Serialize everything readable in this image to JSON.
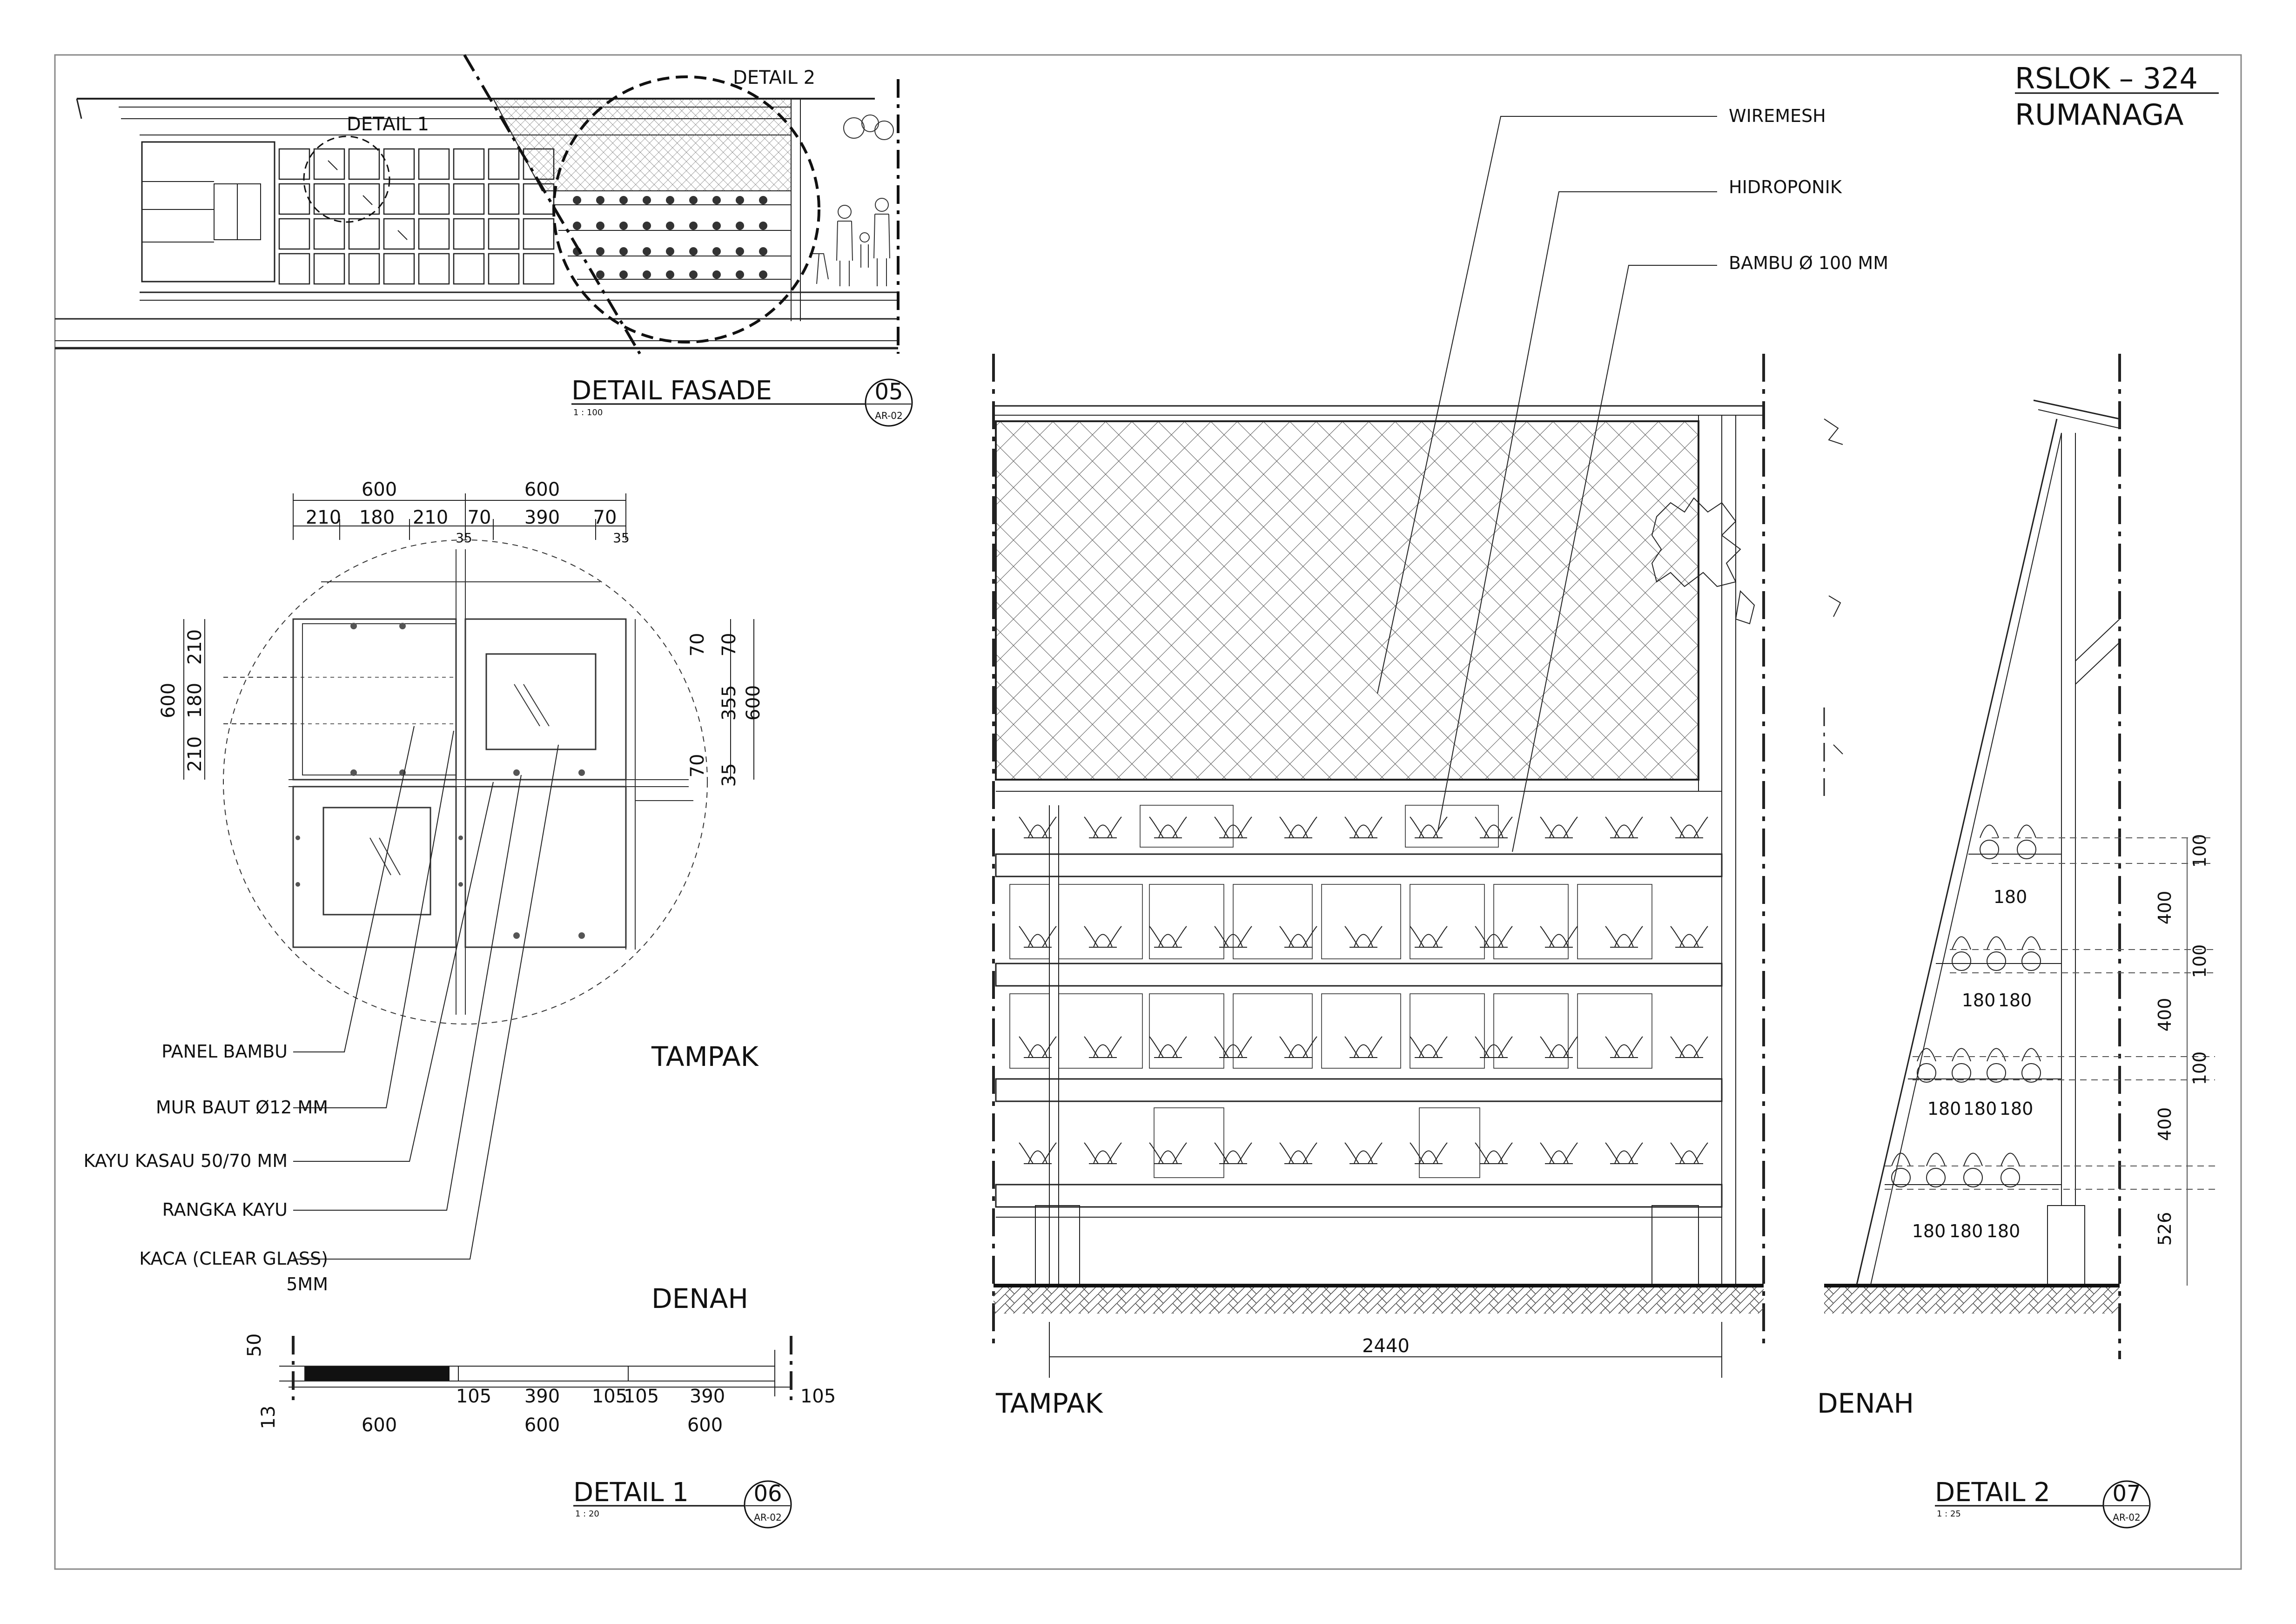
{
  "project": {
    "code": "RSLOK  –  324",
    "name": "RUMANAGA"
  },
  "fasade": {
    "title": "DETAIL FASADE",
    "scale": "1 : 100",
    "number": "05",
    "sheet": "AR-02",
    "detail1_label": "DETAIL 1",
    "detail2_label": "DETAIL 2"
  },
  "detail1": {
    "title": "DETAIL 1",
    "scale": "1 : 20",
    "number": "06",
    "sheet": "AR-02",
    "view_label": "TAMPAK",
    "plan_label": "DENAH",
    "top_dims": {
      "w1": "600",
      "w2": "600",
      "a": "210",
      "b": "180",
      "c": "210",
      "d": "70",
      "e": "390",
      "f": "70",
      "g": "35",
      "h": "35"
    },
    "left_dims": {
      "total": "600",
      "a": "210",
      "b": "180",
      "c": "210"
    },
    "right_dims": {
      "a": "70",
      "b": "70",
      "c": "355",
      "d": "600",
      "e": "70",
      "f": "35"
    },
    "notes": [
      "PANEL BAMBU",
      "MUR BAUT Ø12 MM",
      "KAYU KASAU 50/70 MM",
      "RANGKA KAYU",
      "KACA (CLEAR GLASS)",
      "5MM"
    ],
    "plan_dims": {
      "h1": "50",
      "h2": "13",
      "d1": "105",
      "d2": "390",
      "d3": "105",
      "d4": "105",
      "d5": "390",
      "d6": "105",
      "w1": "600",
      "w2": "600",
      "w3": "600"
    }
  },
  "detail2": {
    "title": "DETAIL 2",
    "scale": "1 : 25",
    "number": "07",
    "sheet": "AR-02",
    "view_label": "TAMPAK",
    "plan_label": "DENAH",
    "notes": [
      "WIREMESH",
      "HIDROPONIK",
      "BAMBU Ø 100 MM"
    ],
    "width_dim": "2440",
    "side_dims": [
      "100",
      "400",
      "100",
      "400",
      "100",
      "400",
      "526"
    ],
    "spacing": {
      "r1": "180",
      "r2a": "180",
      "r2b": "180",
      "r3a": "180",
      "r3b": "180",
      "r3c": "180",
      "r4a": "180",
      "r4b": "180",
      "r4c": "180"
    }
  }
}
